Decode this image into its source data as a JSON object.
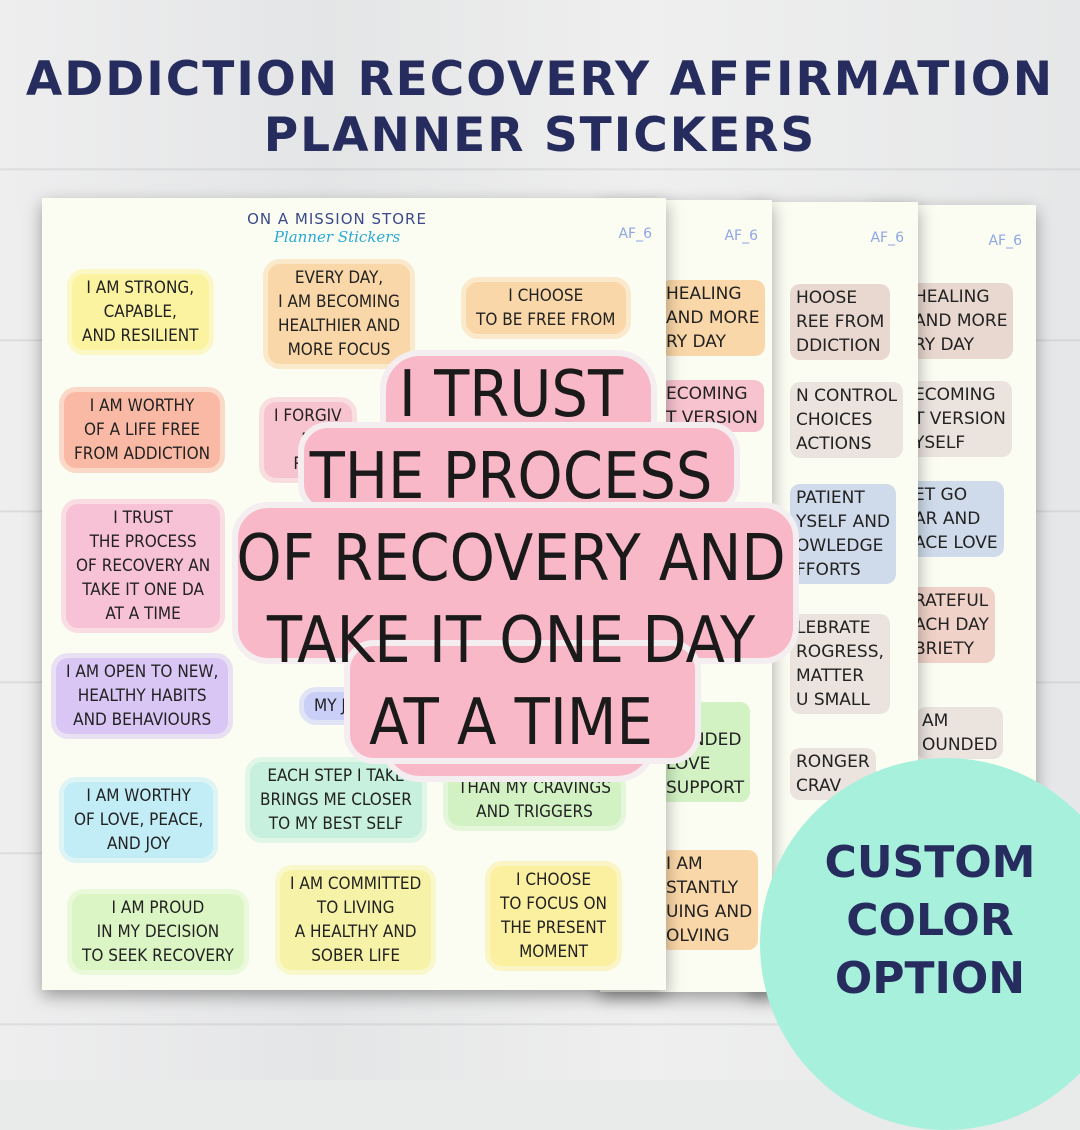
{
  "title": {
    "line1": "ADDICTION RECOVERY AFFIRMATION",
    "line2": "PLANNER STICKERS"
  },
  "brand": {
    "name": "ON A MISSION STORE",
    "tagline": "Planner Stickers"
  },
  "sheet_code": "AF_6",
  "sheet1_stickers": [
    {
      "text": "I AM STRONG,\nCAPABLE,\nAND RESILIENT",
      "color": "#fbf3a0"
    },
    {
      "text": "EVERY DAY,\nI AM BECOMING\nHEALTHIER AND\nMORE FOCUS",
      "color": "#f9d7a8"
    },
    {
      "text": "I CHOOSE\nTO BE FREE FROM",
      "color": "#f9d7a8"
    },
    {
      "text": "I AM WORTHY\nOF A LIFE FREE\nFROM ADDICTION",
      "color": "#f9b9a4"
    },
    {
      "text": "I FORGIV\nM\nREL",
      "color": "#f7c3cf"
    },
    {
      "text": "I TRUST\nTHE PROCESS\nOF RECOVERY AN\nTAKE IT ONE DA\nAT A TIME",
      "color": "#f7c1d6"
    },
    {
      "text": "I AM OPEN TO NEW,\nHEALTHY HABITS\nAND BEHAVIOURS",
      "color": "#d9c6f4"
    },
    {
      "text": "MY J",
      "color": "#c9cff7"
    },
    {
      "text": "I AM WORTHY\nOF LOVE, PEACE,\nAND JOY",
      "color": "#c2ecf6"
    },
    {
      "text": "EACH STEP I TAKE\nBRINGS ME CLOSER\nTO MY BEST SELF",
      "color": "#c8f0de"
    },
    {
      "text": "THAN MY CRAVINGS\nAND TRIGGERS",
      "color": "#d2f2c4"
    },
    {
      "text": "I AM PROUD\nIN MY DECISION\nTO SEEK RECOVERY",
      "color": "#dcf5c4"
    },
    {
      "text": "I AM COMMITTED\nTO LIVING\nA HEALTHY AND\nSOBER LIFE",
      "color": "#f6f3a8"
    },
    {
      "text": "I CHOOSE\nTO FOCUS ON\nTHE PRESENT\nMOMENT",
      "color": "#fbefa0"
    }
  ],
  "sheet2_stickers": [
    {
      "text": "HEALING\nAND MORE\nRY DAY",
      "color": "#f9d7a8"
    },
    {
      "text": "ECOMING\nT VERSION",
      "color": "#f7c3cf"
    },
    {
      "text": "M\nOUNDED\nLOVE\nSUPPORT",
      "color": "#d2f2c4"
    },
    {
      "text": "I AM\nSTANTLY\nUING AND\nOLVING",
      "color": "#f9d7a8"
    }
  ],
  "sheet3_stickers": [
    {
      "text": "HOOSE\nREE FROM\nDDICTION",
      "color": "#e8d8cf"
    },
    {
      "text": "N CONTROL\n CHOICES\nACTIONS",
      "color": "#ebe3de"
    },
    {
      "text": "PATIENT\nYSELF AND\nOWLEDGE\nFFORTS",
      "color": "#cfdbea"
    },
    {
      "text": "LEBRATE\nROGRESS,\nMATTER\nU SMALL",
      "color": "#ebe3de"
    },
    {
      "text": "RONGER\nCRAV",
      "color": "#ebe3de"
    }
  ],
  "sheet4_stickers": [
    {
      "text": "HEALING\nAND MORE\nRY DAY",
      "color": "#e8d8cf"
    },
    {
      "text": "ECOMING\nT VERSION\nYSELF",
      "color": "#ebe3de"
    },
    {
      "text": "ET GO\nAR AND\nACE LOVE",
      "color": "#cfdbea"
    },
    {
      "text": "RATEFUL\nACH DAY\nBRIETY",
      "color": "#f0d2c8"
    },
    {
      "text": "AM\nOUNDED",
      "color": "#ebe3de"
    }
  ],
  "featured_sticker": {
    "text": "I TRUST\nTHE PROCESS\nOF RECOVERY AND\nTAKE IT ONE DAY\nAT A TIME",
    "color": "#f9b8c8"
  },
  "badge": {
    "text": "CUSTOM\nCOLOR\nOPTION",
    "color": "#a7f0dc"
  }
}
